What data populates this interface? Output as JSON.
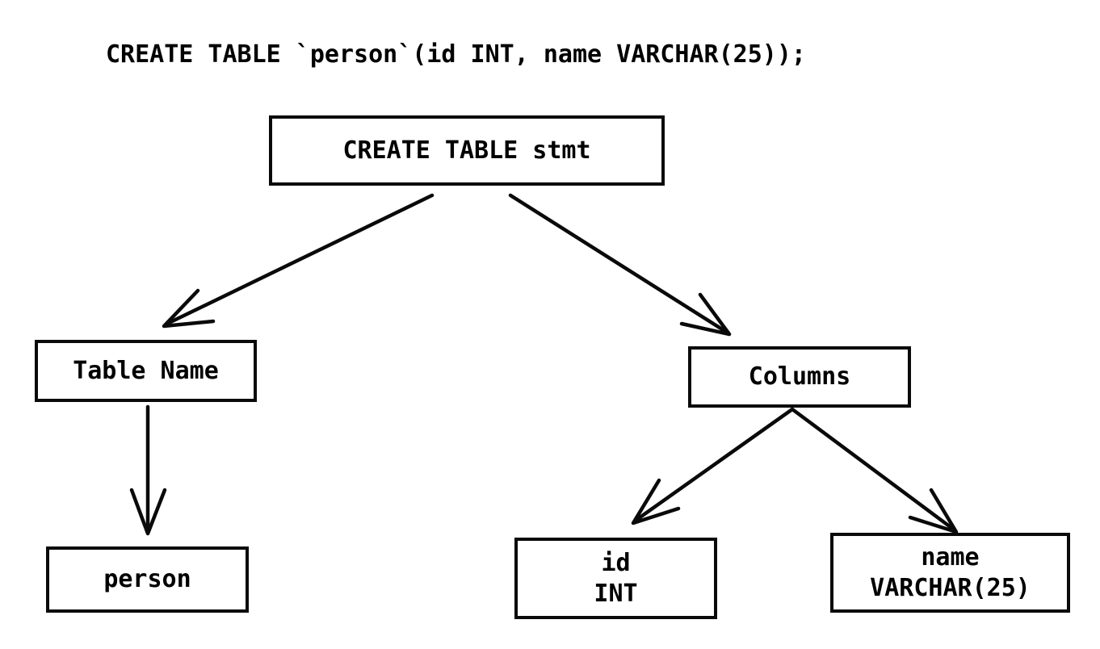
{
  "diagram": {
    "sql_statement": "CREATE TABLE `person`(id INT, name VARCHAR(25));",
    "nodes": {
      "root": {
        "label": "CREATE TABLE stmt"
      },
      "table_name": {
        "label": "Table Name"
      },
      "columns": {
        "label": "Columns"
      },
      "person": {
        "label": "person"
      },
      "col_id": {
        "line1": "id",
        "line2": "INT"
      },
      "col_name": {
        "line1": "name",
        "line2": "VARCHAR(25)"
      }
    },
    "edges": [
      {
        "from": "root",
        "to": "table_name"
      },
      {
        "from": "root",
        "to": "columns"
      },
      {
        "from": "table_name",
        "to": "person"
      },
      {
        "from": "columns",
        "to": "col_id"
      },
      {
        "from": "columns",
        "to": "col_name"
      }
    ],
    "colors": {
      "stroke": "#0a0a0a",
      "background": "#ffffff",
      "text": "#000000"
    }
  }
}
